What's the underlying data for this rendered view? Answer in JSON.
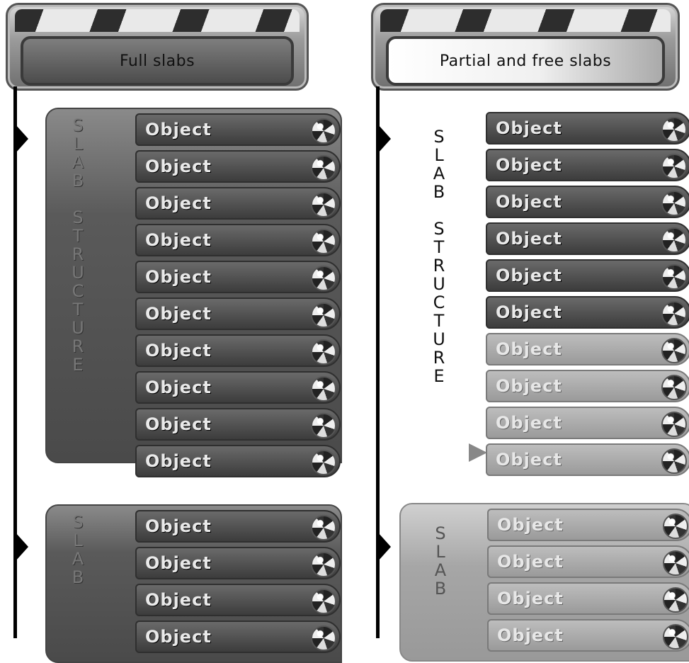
{
  "columns": [
    {
      "id": "left",
      "header": "Full slabs"
    },
    {
      "id": "right",
      "header": "Partial and free slabs"
    }
  ],
  "slab_label_upper": "S\nL\nA\nB\n\nS\nT\nR\nU\nC\nT\nU\nR\nE",
  "slab_label_lower": "S\nL\nA\nB",
  "item_label": "Object",
  "left_upper_items": [
    "Object",
    "Object",
    "Object",
    "Object",
    "Object",
    "Object",
    "Object",
    "Object",
    "Object",
    "Object"
  ],
  "left_lower_items": [
    "Object",
    "Object",
    "Object",
    "Object"
  ],
  "right_upper_items": [
    "Object",
    "Object",
    "Object",
    "Object",
    "Object",
    "Object",
    "Object",
    "Object",
    "Object",
    "Object"
  ],
  "right_upper_shading": [
    "dark",
    "dark",
    "dark",
    "dark",
    "dark",
    "dark",
    "light",
    "light",
    "light",
    "light"
  ],
  "right_lower_items": [
    "Object",
    "Object",
    "Object",
    "Object"
  ],
  "colors": {
    "dark_item": "#4a4a4a",
    "light_item": "#a8a8a8",
    "line": "#000000"
  },
  "icons": {
    "item_icon": "soccer-ball-icon",
    "marker": "triangle-right-icon",
    "pointer": "pointer-triangle-icon"
  }
}
